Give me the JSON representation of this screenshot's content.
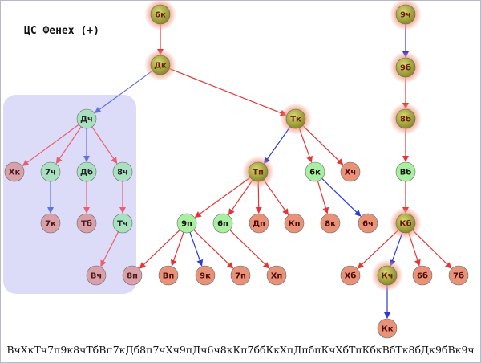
{
  "title": "ЦС Фенех (+)",
  "sequence": "ВчХкТч7п9к8чТбВп7кДб8п7чХч9пДч6ч8кКп7ббКкХпДпбпКчХбТпКбкВбТк8бДк9бВк9ч",
  "colors": {
    "gold": "#a8a838",
    "green": "#a8f0a0",
    "mint": "#a8e0c0",
    "salmon": "#e89278",
    "pink": "#d8a0a8",
    "glow": "#f0a088",
    "red_edge": "#e63434",
    "blue_edge": "#2a3ad8",
    "pink_edge": "#e86070",
    "lightblue_edge": "#6070e0",
    "highlight": "#dcdcf8"
  },
  "nodes": [
    {
      "id": "n6k",
      "label": "6к",
      "style": "gold",
      "glow": true
    },
    {
      "id": "n9ch",
      "label": "9ч",
      "style": "gold",
      "glow": true
    },
    {
      "id": "nDk",
      "label": "Дк",
      "style": "gold",
      "glow": true
    },
    {
      "id": "n9b",
      "label": "9б",
      "style": "gold",
      "glow": true
    },
    {
      "id": "nDch",
      "label": "Дч",
      "style": "mint",
      "glow": false
    },
    {
      "id": "nTk",
      "label": "Тк",
      "style": "gold",
      "glow": true
    },
    {
      "id": "n8b",
      "label": "8б",
      "style": "gold",
      "glow": true
    },
    {
      "id": "nXk",
      "label": "Хк",
      "style": "pink",
      "glow": false
    },
    {
      "id": "n7ch",
      "label": "7ч",
      "style": "mint",
      "glow": false
    },
    {
      "id": "nDb",
      "label": "Дб",
      "style": "mint",
      "glow": false
    },
    {
      "id": "n8ch",
      "label": "8ч",
      "style": "mint",
      "glow": false
    },
    {
      "id": "nTp",
      "label": "Тп",
      "style": "gold",
      "glow": true
    },
    {
      "id": "n6k2",
      "label": "6к",
      "style": "green",
      "glow": false
    },
    {
      "id": "nXch",
      "label": "Хч",
      "style": "salmon",
      "glow": false
    },
    {
      "id": "nVb",
      "label": "Вб",
      "style": "green",
      "glow": false
    },
    {
      "id": "n7k",
      "label": "7к",
      "style": "pink",
      "glow": false
    },
    {
      "id": "nTb",
      "label": "Тб",
      "style": "pink",
      "glow": false
    },
    {
      "id": "nTch",
      "label": "Тч",
      "style": "mint",
      "glow": false
    },
    {
      "id": "n9p",
      "label": "9п",
      "style": "green",
      "glow": false
    },
    {
      "id": "n6p",
      "label": "6п",
      "style": "green",
      "glow": false
    },
    {
      "id": "nDp",
      "label": "Дп",
      "style": "salmon",
      "glow": false
    },
    {
      "id": "nKp",
      "label": "Кп",
      "style": "salmon",
      "glow": false
    },
    {
      "id": "n8k",
      "label": "8к",
      "style": "salmon",
      "glow": false
    },
    {
      "id": "n6ch",
      "label": "6ч",
      "style": "salmon",
      "glow": false
    },
    {
      "id": "nKb",
      "label": "Кб",
      "style": "gold",
      "glow": true
    },
    {
      "id": "nVch",
      "label": "Вч",
      "style": "pink",
      "glow": false
    },
    {
      "id": "n8p",
      "label": "8п",
      "style": "pink",
      "glow": false
    },
    {
      "id": "nVp",
      "label": "Вп",
      "style": "salmon",
      "glow": false
    },
    {
      "id": "n9k",
      "label": "9к",
      "style": "salmon",
      "glow": false
    },
    {
      "id": "n7p",
      "label": "7п",
      "style": "salmon",
      "glow": false
    },
    {
      "id": "nXp",
      "label": "Хп",
      "style": "salmon",
      "glow": false
    },
    {
      "id": "nXb",
      "label": "Хб",
      "style": "salmon",
      "glow": false
    },
    {
      "id": "nKch",
      "label": "Кч",
      "style": "gold",
      "glow": true
    },
    {
      "id": "n6b",
      "label": "6б",
      "style": "salmon",
      "glow": false
    },
    {
      "id": "n7b",
      "label": "7б",
      "style": "salmon",
      "glow": false
    },
    {
      "id": "nKk",
      "label": "Кк",
      "style": "salmon",
      "glow": false
    }
  ],
  "edges": [
    {
      "from": "n6k",
      "to": "nDk",
      "color": "red"
    },
    {
      "from": "n9ch",
      "to": "n9b",
      "color": "blue"
    },
    {
      "from": "nDk",
      "to": "nDch",
      "color": "lightblue"
    },
    {
      "from": "nDk",
      "to": "nTk",
      "color": "red"
    },
    {
      "from": "n9b",
      "to": "n8b",
      "color": "red"
    },
    {
      "from": "nDch",
      "to": "nXk",
      "color": "pink"
    },
    {
      "from": "nDch",
      "to": "n7ch",
      "color": "pink"
    },
    {
      "from": "nDch",
      "to": "nDb",
      "color": "lightblue"
    },
    {
      "from": "nDch",
      "to": "n8ch",
      "color": "pink"
    },
    {
      "from": "nTk",
      "to": "nTp",
      "color": "blue"
    },
    {
      "from": "nTk",
      "to": "n6k2",
      "color": "red"
    },
    {
      "from": "nTk",
      "to": "nXch",
      "color": "red"
    },
    {
      "from": "n8b",
      "to": "nVb",
      "color": "red"
    },
    {
      "from": "n7ch",
      "to": "n7k",
      "color": "lightblue"
    },
    {
      "from": "nDb",
      "to": "nTb",
      "color": "pink"
    },
    {
      "from": "n8ch",
      "to": "nTch",
      "color": "pink"
    },
    {
      "from": "nTch",
      "to": "nVch",
      "color": "pink"
    },
    {
      "from": "nTp",
      "to": "n9p",
      "color": "red"
    },
    {
      "from": "nTp",
      "to": "n6p",
      "color": "red"
    },
    {
      "from": "nTp",
      "to": "nDp",
      "color": "red"
    },
    {
      "from": "nTp",
      "to": "nKp",
      "color": "red"
    },
    {
      "from": "n6k2",
      "to": "n8k",
      "color": "red"
    },
    {
      "from": "n6k2",
      "to": "n6ch",
      "color": "blue"
    },
    {
      "from": "nVb",
      "to": "nKb",
      "color": "red"
    },
    {
      "from": "n9p",
      "to": "n8p",
      "color": "red"
    },
    {
      "from": "n9p",
      "to": "nVp",
      "color": "red"
    },
    {
      "from": "n9p",
      "to": "n9k",
      "color": "blue"
    },
    {
      "from": "n9p",
      "to": "n7p",
      "color": "red"
    },
    {
      "from": "n6p",
      "to": "nXp",
      "color": "red"
    },
    {
      "from": "nKb",
      "to": "nXb",
      "color": "red"
    },
    {
      "from": "nKb",
      "to": "nKch",
      "color": "blue"
    },
    {
      "from": "nKb",
      "to": "n6b",
      "color": "red"
    },
    {
      "from": "nKb",
      "to": "n7b",
      "color": "red"
    },
    {
      "from": "nKch",
      "to": "nKk",
      "color": "blue"
    }
  ]
}
